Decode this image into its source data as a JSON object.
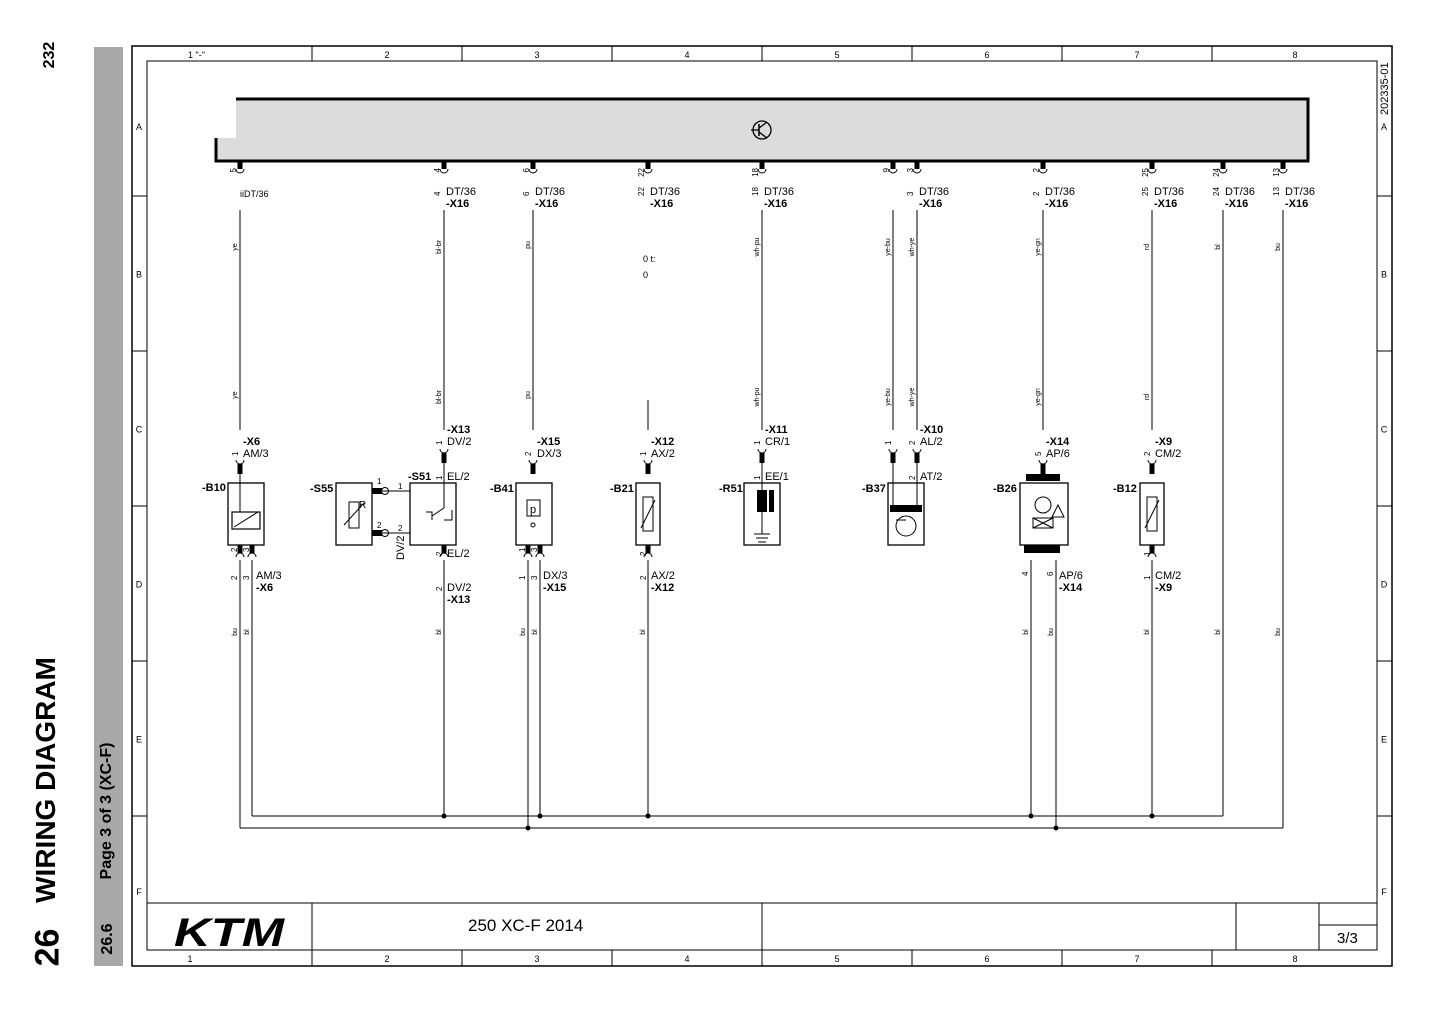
{
  "page": {
    "page_number": "232",
    "chapter_number": "26",
    "chapter_title": "WIRING DIAGRAM",
    "section_number": "26.6",
    "section_title": "Page 3 of 3 (XC-F)",
    "drawing_number": "202335-01",
    "model": "250 XC-F 2014",
    "sheet": "3/3",
    "brand": "KTM"
  },
  "frame": {
    "columns": [
      "1",
      "2",
      "3",
      "4",
      "5",
      "6",
      "7",
      "8"
    ],
    "rows": [
      "A",
      "B",
      "C",
      "D",
      "E",
      "F"
    ]
  },
  "ecu_connector": {
    "pins": [
      {
        "pin": "4",
        "label": "DT/36",
        "conn": "-X16",
        "wire": "bl-br"
      },
      {
        "pin": "6",
        "label": "DT/36",
        "conn": "-X16",
        "wire": "pu"
      },
      {
        "pin": "22",
        "label": "DT/36",
        "conn": "-X16",
        "wire": ""
      },
      {
        "pin": "18",
        "label": "DT/36",
        "conn": "-X16",
        "wire": "wh-pu"
      },
      {
        "pin": "3",
        "label": "DT/36",
        "conn": "-X16",
        "wire": "wh-ye"
      },
      {
        "pin": "2",
        "label": "DT/36",
        "conn": "-X16",
        "wire": "ye-gn"
      },
      {
        "pin": "25",
        "label": "DT/36",
        "conn": "-X16",
        "wire": "rd"
      },
      {
        "pin": "24",
        "label": "DT/36",
        "conn": "-X16",
        "wire": "bl"
      },
      {
        "pin": "13",
        "label": "DT/36",
        "conn": "-X16",
        "wire": "bu"
      }
    ],
    "extra_wires": [
      {
        "pin": "5",
        "label": "DT/36",
        "wire": "ye"
      },
      {
        "pin": "9",
        "wire": "ye-bu"
      }
    ]
  },
  "components": [
    {
      "id": "-B10",
      "top_conn": "-X6",
      "top_label": "AM/3",
      "bottom_label": "AM/3",
      "bottom_conn": "-X6",
      "pins_top": [
        "1"
      ],
      "pins_bottom": [
        "2",
        "3"
      ],
      "wires_bottom": [
        "bu",
        "bl"
      ]
    },
    {
      "id": "-S55",
      "inner": "R"
    },
    {
      "id": "-S51",
      "top_conn": "-X13",
      "top_label": "DV/2",
      "in_label": "EL/2",
      "out_label": "EL/2",
      "side_label": "DV/2",
      "bottom_label": "DV/2",
      "bottom_conn": "-X13",
      "wires_bottom": [
        "bl"
      ]
    },
    {
      "id": "-B41",
      "top_conn": "-X15",
      "top_label": "DX/3",
      "bottom_label": "DX/3",
      "bottom_conn": "-X15",
      "inner": "p",
      "wires_bottom": [
        "bu",
        "bl"
      ]
    },
    {
      "id": "-B21",
      "top_conn": "-X12",
      "top_label": "AX/2",
      "bottom_label": "AX/2",
      "bottom_conn": "-X12",
      "wires_bottom": [
        "bl"
      ]
    },
    {
      "id": "-R51",
      "top_conn": "-X11",
      "top_label": "CR/1",
      "in_label": "EE/1"
    },
    {
      "id": "-B37",
      "top_conn": "-X10",
      "top_label": "AL/2",
      "in_label": "AT/2"
    },
    {
      "id": "-B26",
      "top_conn": "-X14",
      "top_label": "AP/6",
      "bottom_label": "AP/6",
      "bottom_conn": "-X14",
      "wires_bottom": [
        "bl",
        "bu"
      ]
    },
    {
      "id": "-B12",
      "top_conn": "-X9",
      "top_label": "CM/2",
      "bottom_label": "CM/2",
      "bottom_conn": "-X9",
      "wires_bottom": [
        "bl"
      ]
    }
  ],
  "misc_text": {
    "ye_label_c": "ye",
    "br_label_c": "bl-br",
    "pu_label_c": "pu",
    "whpu_label_c": "wh-pu",
    "yebu_label_c": "ye-bu",
    "whye_label_c": "wh-ye",
    "yegn_label_c": "ye-gn",
    "rd_label_c": "rd",
    "faded_1": "iiDT/36",
    "faded_2": "0 t:",
    "faded_3": "0"
  }
}
